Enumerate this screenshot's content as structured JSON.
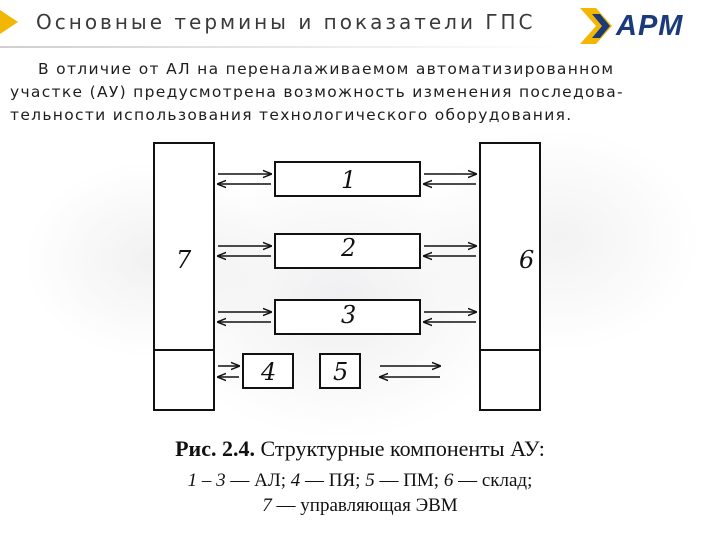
{
  "header": {
    "title": "Основные термины и показатели ГПС",
    "logo_text": "АРМ",
    "colors": {
      "accent": "#f2b705",
      "logo": "#1a3a7a"
    }
  },
  "intro": {
    "lines": [
      "В отличие от АЛ на переналаживаемом автоматизированном",
      "участке (АУ) предусмотрена возможность изменения последова-",
      "тельности использования технологического оборудования."
    ]
  },
  "diagram": {
    "labels": {
      "block1": "1",
      "block2": "2",
      "block3": "3",
      "block4": "4",
      "block5": "5",
      "block6": "6",
      "block7": "7"
    }
  },
  "caption": {
    "title_prefix": "Рис. 2.4.",
    "title_text": "Структурные компоненты АУ:",
    "line2": [
      {
        "t": "1 – 3",
        "it": true
      },
      {
        "t": " — АЛ; ",
        "it": false
      },
      {
        "t": "4",
        "it": true
      },
      {
        "t": " — ПЯ; ",
        "it": false
      },
      {
        "t": "5",
        "it": true
      },
      {
        "t": " — ПМ; ",
        "it": false
      },
      {
        "t": "6",
        "it": true
      },
      {
        "t": " — склад;",
        "it": false
      }
    ],
    "line3": [
      {
        "t": "7",
        "it": true
      },
      {
        "t": " — управляющая ЭВМ",
        "it": false
      }
    ]
  }
}
